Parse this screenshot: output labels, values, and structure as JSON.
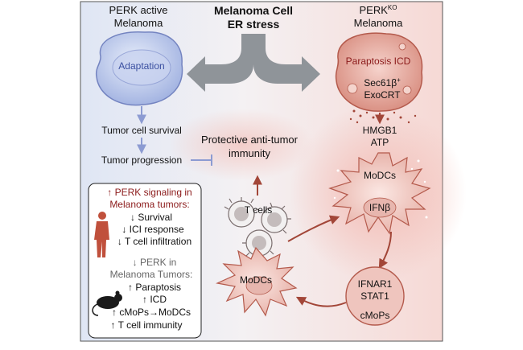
{
  "title": {
    "line1": "Melanoma Cell",
    "line2": "ER stress"
  },
  "left_cell": {
    "heading_line1": "PERK active",
    "heading_line2": "Melanoma",
    "label": "Adaptation"
  },
  "right_cell": {
    "heading_main": "PERK",
    "heading_sup": "KO",
    "heading_line2": "Melanoma",
    "label": "Paraptosis ICD",
    "marker1_main": "Sec61β",
    "marker1_sup": "+",
    "marker2": "ExoCRT"
  },
  "left_flow": {
    "survival": "Tumor cell survival",
    "progression": "Tumor progression"
  },
  "center": {
    "immunity_line1": "Protective anti-tumor",
    "immunity_line2": "immunity",
    "t_cells": "T cells",
    "modcs": "MoDCs"
  },
  "right_flow": {
    "hmgb1": "HMGB1",
    "atp": "ATP",
    "modcs": "MoDCs",
    "ifnb": "IFNβ",
    "ifnar1": "IFNAR1",
    "stat1": "STAT1",
    "cmops": "cMoPs"
  },
  "summary_box": {
    "perk_up_line1": "↑ PERK signaling in",
    "perk_up_line2": "Melanoma tumors:",
    "down_survival": "↓ Survival",
    "down_ici": "↓ ICI response",
    "down_tcell": "↓ T cell infiltration",
    "perk_down_line1": "↓ PERK in",
    "perk_down_line2": "Melanoma Tumors:",
    "up_paraptosis": "↑ Paraptosis",
    "up_icd": "↑ ICD",
    "up_cmops": "↑ cMoPs→MoDCs",
    "up_tcell": "↑ T cell immunity"
  },
  "icons": {
    "human": "human-figure-icon",
    "mouse": "mouse-icon"
  },
  "colors": {
    "blue_cell": "#b9c6ea",
    "red_cell": "#e3a49c",
    "arrow_blue": "#8c9bd2",
    "arrow_red": "#a24638",
    "big_arrow": "#8f9499",
    "human_red": "#c0503c"
  }
}
